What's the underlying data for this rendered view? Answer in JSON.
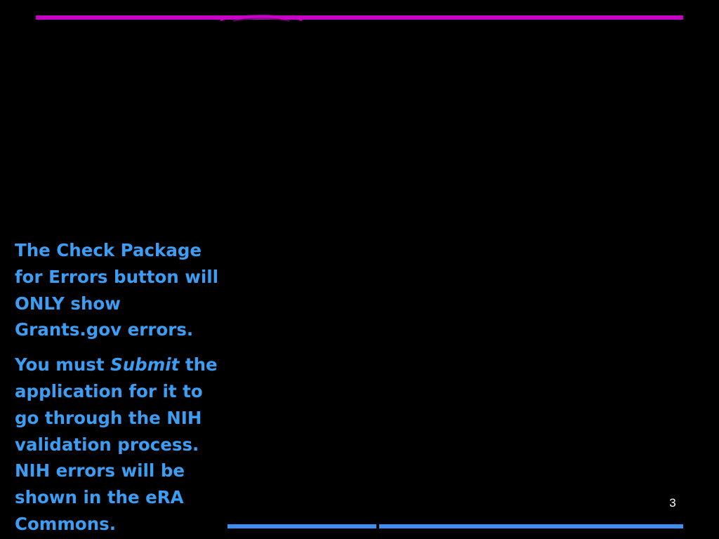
{
  "colors": {
    "background": "#000000",
    "top_rule": "#c800c8",
    "body_text": "#3d9df2",
    "bottom_rule": "#3d8ff0",
    "page_number": "#ffffff"
  },
  "paragraphs": [
    {
      "text": "The Check Package for Errors button will ONLY show Grants.gov errors."
    },
    {
      "before": "You must ",
      "emphasis": "Submit",
      "after": " the application for it to go through the NIH validation process. NIH errors will be shown in the eRA Commons."
    }
  ],
  "page_number": "3"
}
